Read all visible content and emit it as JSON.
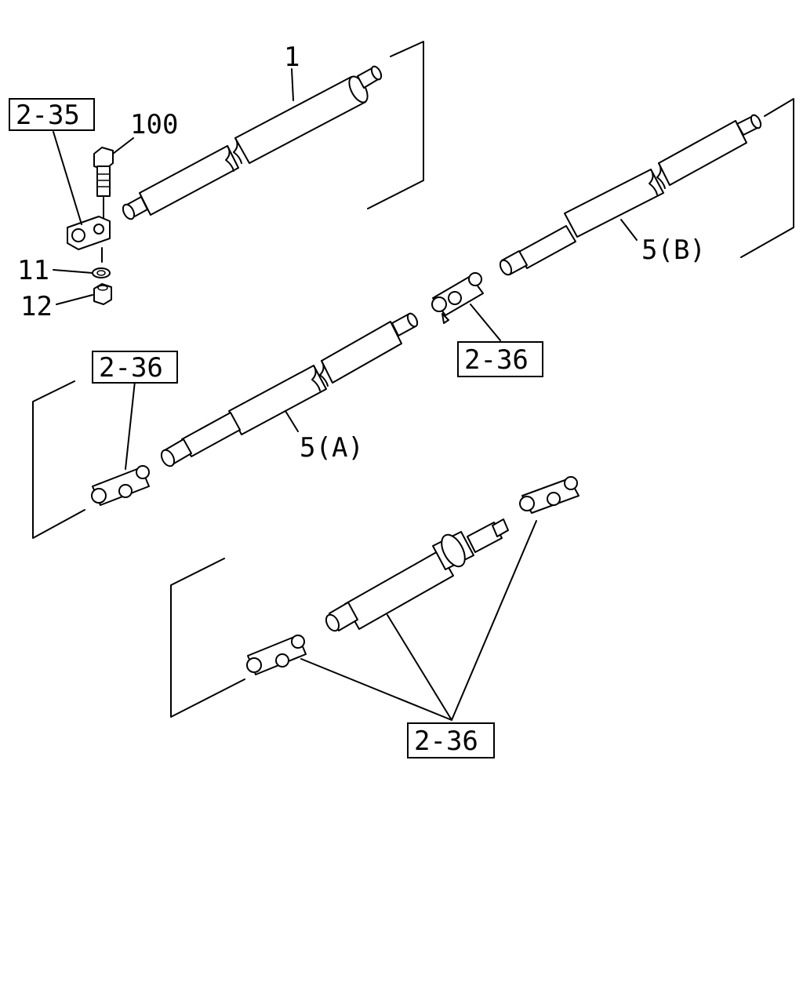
{
  "diagram": {
    "part_labels": {
      "shaft_upper": "1",
      "bolt": "100",
      "washer": "11",
      "nut": "12",
      "shaft_5b": "5(B)",
      "shaft_5a": "5(A)"
    },
    "reference_boxes": {
      "ref_upper_left": "2-35",
      "ref_middle_right": "2-36",
      "ref_middle_left": "2-36",
      "ref_bottom": "2-36"
    }
  }
}
